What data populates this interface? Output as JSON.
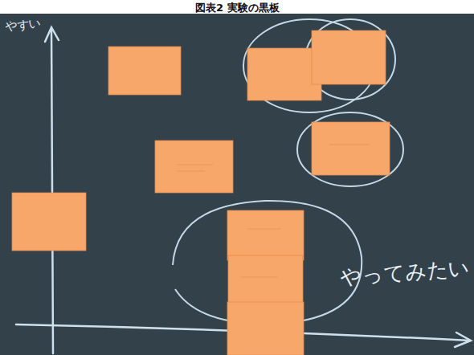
{
  "diagram": {
    "title": "図表2 実験の黒板",
    "labels": [
      "やすい",
      "やってみたい"
    ]
  }
}
